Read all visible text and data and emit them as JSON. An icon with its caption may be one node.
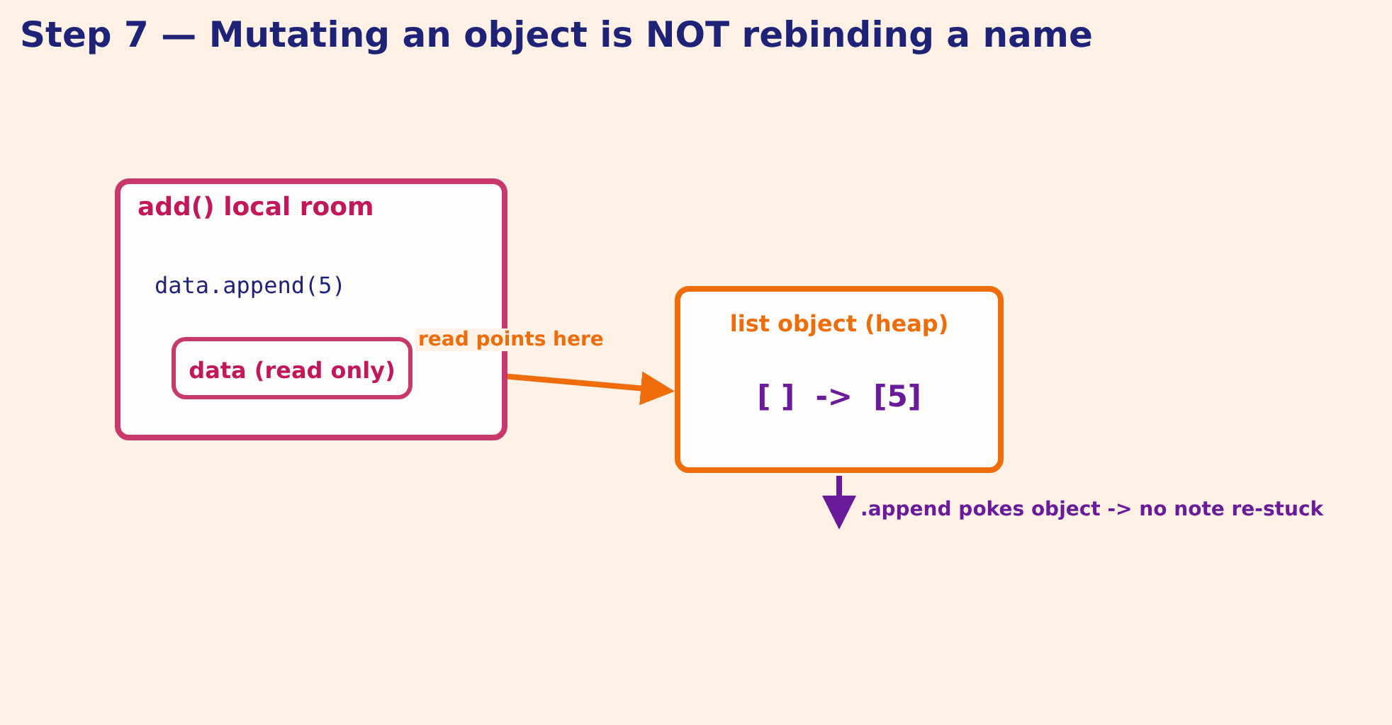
{
  "diagram": {
    "title": "Step 7 — Mutating an object is NOT rebinding a name",
    "nodes": [
      {
        "text": [
          "add() local room",
          "data.append(5)"
        ]
      },
      {
        "text": [
          "data (read only)"
        ],
        "in": 0
      },
      {
        "text": [
          "list object (heap)",
          "[ ]  ->  [5]"
        ]
      }
    ],
    "edges": [
      {
        "from": 1,
        "to": 2,
        "arrow": "to",
        "label": "read points here",
        "color": "#ee6c0a"
      },
      {
        "from": 2,
        "to": null,
        "arrow": "to",
        "label": ".append pokes object -> no note re-stuck",
        "color": "#6a1b9a"
      }
    ]
  }
}
